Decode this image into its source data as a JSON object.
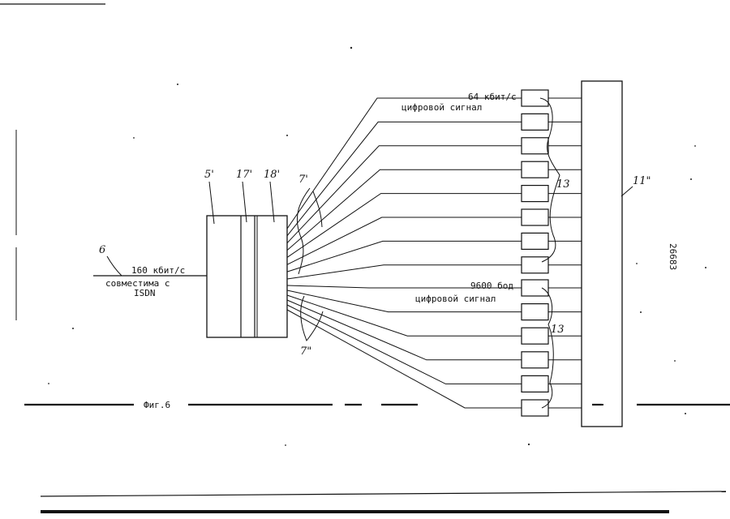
{
  "labels": {
    "label_6": "6",
    "rate_in": "160 кбит/с",
    "compat_line1": "совместима с",
    "compat_line2": "ISDN",
    "label_5": "5'",
    "label_17": "17'",
    "label_18": "18'",
    "label_7a": "7'",
    "label_7b": "7\"",
    "rate_top": "64 кбит/с",
    "digital_top": "цифровой сигнал",
    "rate_bottom": "9600 бод",
    "digital_bottom": "цифровой сигнал",
    "label_13a": "13",
    "label_13b": "13",
    "label_11": "11\"",
    "caption": "Фиг.6",
    "page_number": "26683"
  },
  "groups": {
    "upper_channel_count": 8,
    "lower_channel_count": 6
  }
}
